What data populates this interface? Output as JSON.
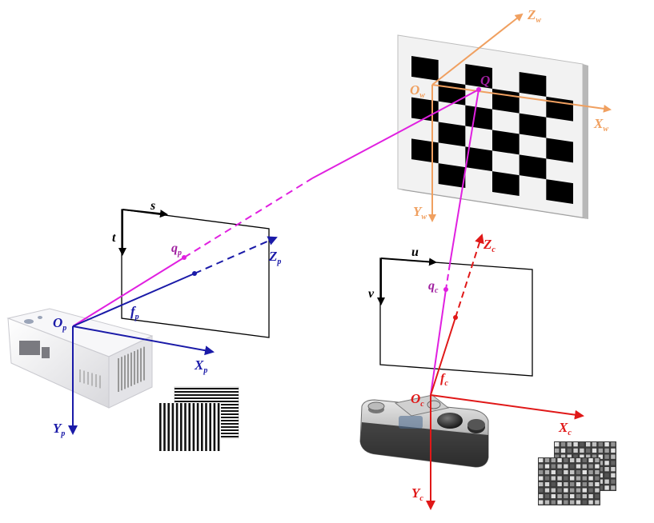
{
  "colors": {
    "world_axes": "#f0a060",
    "projector_axes": "#1a1aa8",
    "camera_axes": "#e01818",
    "rays": "#e020e0",
    "ray_label": "#a020a0",
    "frame": "#000000"
  },
  "world": {
    "origin": {
      "main": "O",
      "sub": "w"
    },
    "point": {
      "main": "Q"
    },
    "x_axis": {
      "main": "X",
      "sub": "w"
    },
    "y_axis": {
      "main": "Y",
      "sub": "w"
    },
    "z_axis": {
      "main": "Z",
      "sub": "w"
    }
  },
  "projector": {
    "origin": {
      "main": "O",
      "sub": "p"
    },
    "x_axis": {
      "main": "X",
      "sub": "p"
    },
    "y_axis": {
      "main": "Y",
      "sub": "p"
    },
    "z_axis": {
      "main": "Z",
      "sub": "p"
    },
    "focal": {
      "main": "f",
      "sub": "p"
    },
    "image_point": {
      "main": "q",
      "sub": "p"
    },
    "plane_s": {
      "main": "s"
    },
    "plane_t": {
      "main": "t"
    },
    "device_icon": "projector-icon",
    "pattern_icon": "fringe-pattern-icon"
  },
  "camera": {
    "origin": {
      "main": "O",
      "sub": "c"
    },
    "x_axis": {
      "main": "X",
      "sub": "c"
    },
    "y_axis": {
      "main": "Y",
      "sub": "c"
    },
    "z_axis": {
      "main": "Z",
      "sub": "c"
    },
    "focal": {
      "main": "f",
      "sub": "c"
    },
    "image_point": {
      "main": "q",
      "sub": "c"
    },
    "plane_u": {
      "main": "u"
    },
    "plane_v": {
      "main": "v"
    },
    "device_icon": "camera-icon",
    "pattern_icon": "captured-pattern-icon"
  }
}
